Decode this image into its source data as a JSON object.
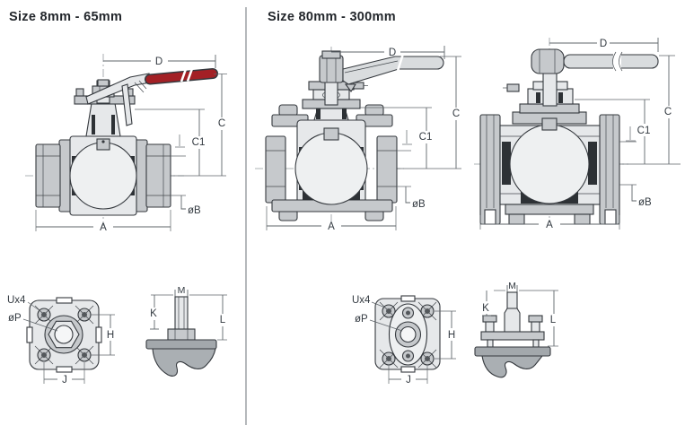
{
  "colors": {
    "handle_grip": "#a32025",
    "outline": "#35393e",
    "fill_light": "#e6e8ea",
    "fill_mid": "#c6c9cc",
    "dim_line": "#5f656a",
    "divider": "#b5b8bb",
    "title_text": "#22262b"
  },
  "sections": {
    "small": {
      "title": "Size 8mm - 65mm",
      "valve": {
        "d": "D",
        "c": "C",
        "c1": "C1",
        "ob": "øB",
        "a": "A"
      },
      "pad": {
        "u": "Ux4",
        "p": "øP",
        "h": "H",
        "j": "J"
      },
      "stem": {
        "m": "M",
        "k": "K",
        "l": "L"
      }
    },
    "large": {
      "title": "Size 80mm - 300mm",
      "valve_compact": {
        "d": "D",
        "c": "C",
        "c1": "C1",
        "ob": "øB",
        "a": "A"
      },
      "valve_flanged": {
        "d": "D",
        "c": "C",
        "c1": "C1",
        "ob": "øB",
        "a": "A"
      },
      "pad": {
        "u": "Ux4",
        "p": "øP",
        "h": "H",
        "j": "J"
      },
      "stem": {
        "m": "M",
        "k": "K",
        "l": "L"
      }
    }
  }
}
